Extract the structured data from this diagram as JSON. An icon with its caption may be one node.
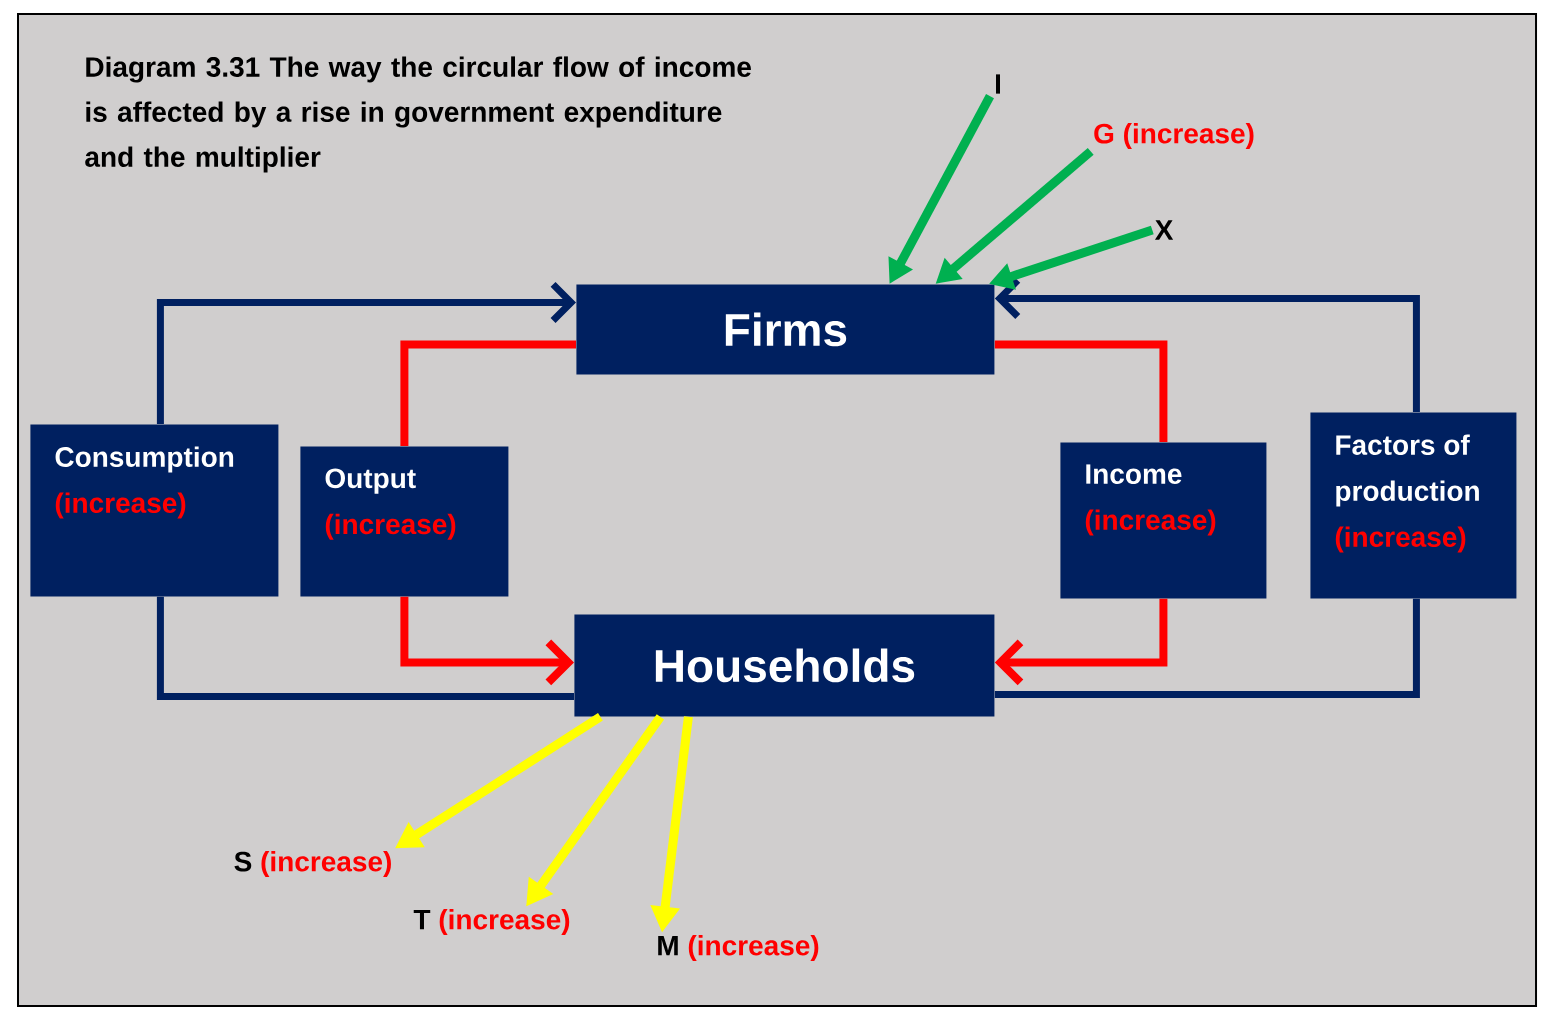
{
  "diagram": {
    "title": "Diagram 3.31 The way the circular flow of income is affected by a rise in government expenditure and the multiplier",
    "nodes": [
      {
        "text": [
          "I"
        ]
      },
      {
        "text": [
          "G (increase)"
        ]
      },
      {
        "text": [
          "X"
        ]
      },
      {
        "text": [
          "Firms"
        ]
      },
      {
        "text": [
          "Consumption",
          "(increase)"
        ]
      },
      {
        "text": [
          "Output",
          "(increase)"
        ]
      },
      {
        "text": [
          "Income",
          "(increase)"
        ]
      },
      {
        "text": [
          "Factors of production",
          "(increase)"
        ]
      },
      {
        "text": [
          "Households"
        ]
      },
      {
        "text": [
          "S",
          "(increase)"
        ]
      },
      {
        "text": [
          "T",
          "(increase)"
        ]
      },
      {
        "text": [
          "M",
          "(increase)"
        ]
      }
    ],
    "edges": [
      {
        "from": 8,
        "to": 4,
        "arrow": "none",
        "color": "#002060"
      },
      {
        "from": 4,
        "to": 3,
        "arrow": "to",
        "color": "#002060"
      },
      {
        "from": 3,
        "to": 5,
        "arrow": "none",
        "color": "#ff0000"
      },
      {
        "from": 5,
        "to": 8,
        "arrow": "to",
        "color": "#ff0000"
      },
      {
        "from": 3,
        "to": 6,
        "arrow": "none",
        "color": "#ff0000"
      },
      {
        "from": 6,
        "to": 8,
        "arrow": "to",
        "color": "#ff0000"
      },
      {
        "from": 8,
        "to": 7,
        "arrow": "none",
        "color": "#002060"
      },
      {
        "from": 7,
        "to": 3,
        "arrow": "to",
        "color": "#002060"
      },
      {
        "from": 0,
        "to": 3,
        "arrow": "to",
        "color": "#00b050"
      },
      {
        "from": 1,
        "to": 3,
        "arrow": "to",
        "color": "#00b050"
      },
      {
        "from": 2,
        "to": 3,
        "arrow": "to",
        "color": "#00b050"
      },
      {
        "from": 8,
        "to": 9,
        "arrow": "to",
        "color": "#ffff00"
      },
      {
        "from": 8,
        "to": 10,
        "arrow": "to",
        "color": "#ffff00"
      },
      {
        "from": 8,
        "to": 11,
        "arrow": "to",
        "color": "#ffff00"
      }
    ]
  }
}
